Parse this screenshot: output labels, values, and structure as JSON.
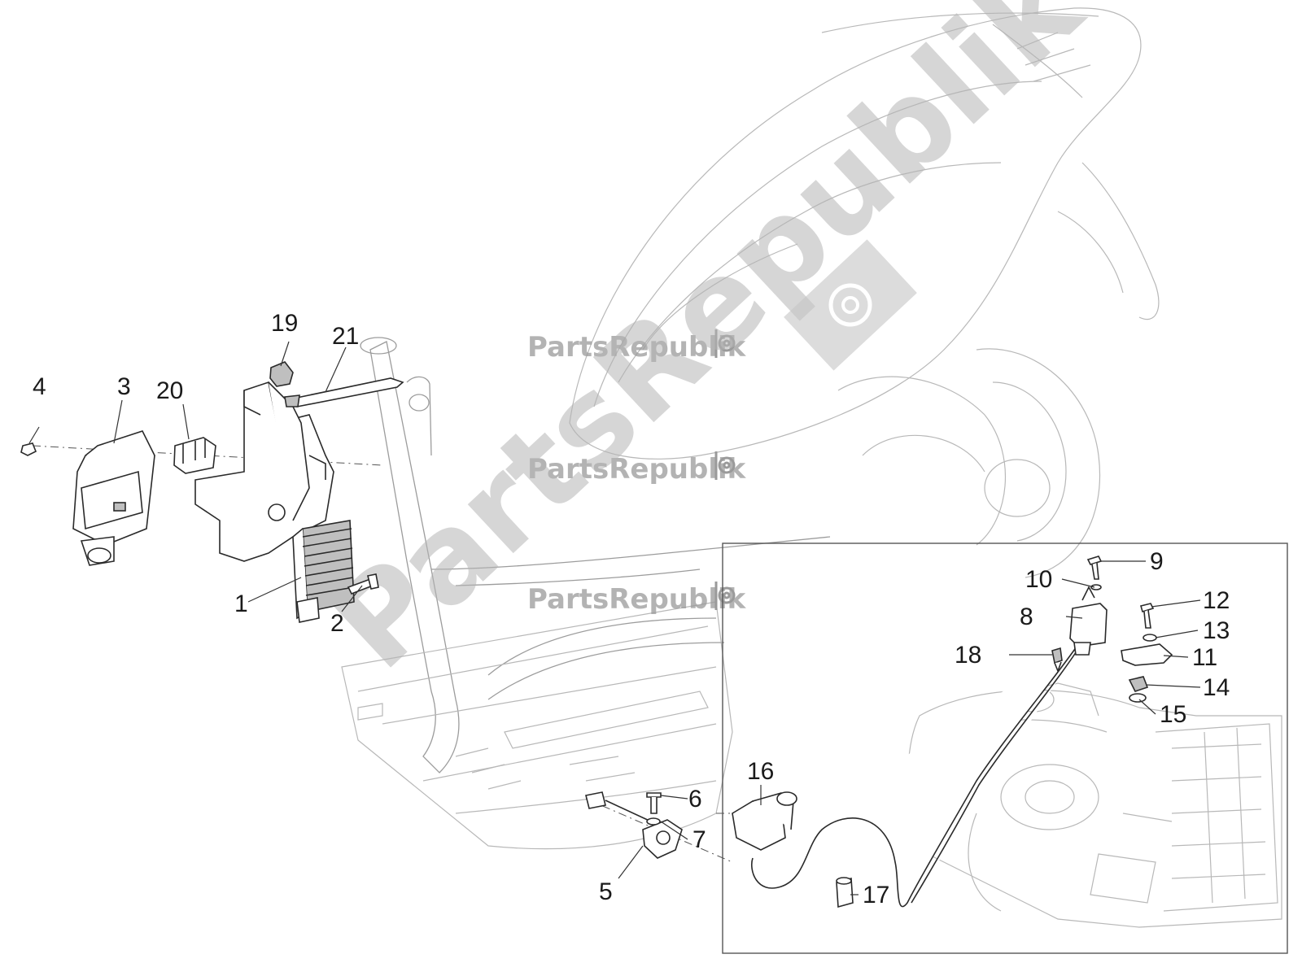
{
  "watermark": {
    "text": "PartsRepublik",
    "large_text": "PartsRepublik"
  },
  "callouts": [
    "1",
    "2",
    "3",
    "4",
    "5",
    "6",
    "7",
    "8",
    "9",
    "10",
    "11",
    "12",
    "13",
    "14",
    "15",
    "16",
    "17",
    "18",
    "19",
    "20",
    "21"
  ],
  "colors": {
    "line": "#2a2a2a",
    "watermark": "#9a9a9a"
  },
  "icons": [
    "gear-icon"
  ]
}
